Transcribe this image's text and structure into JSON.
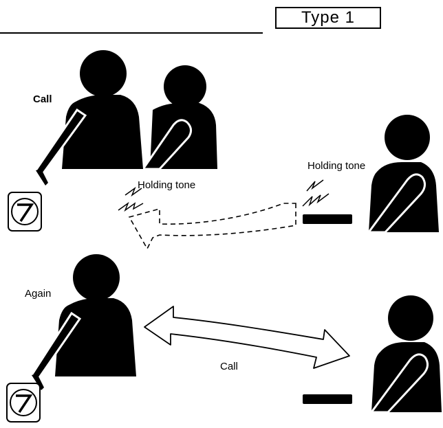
{
  "header": {
    "type_label": "Type 1"
  },
  "scene1": {
    "caller_label": "Call",
    "left_tone_label": "Holding tone",
    "right_tone_label": "Holding tone",
    "key_digit": "7"
  },
  "scene2": {
    "caller_label": "Again",
    "link_label": "Call",
    "key_digit": "7"
  }
}
